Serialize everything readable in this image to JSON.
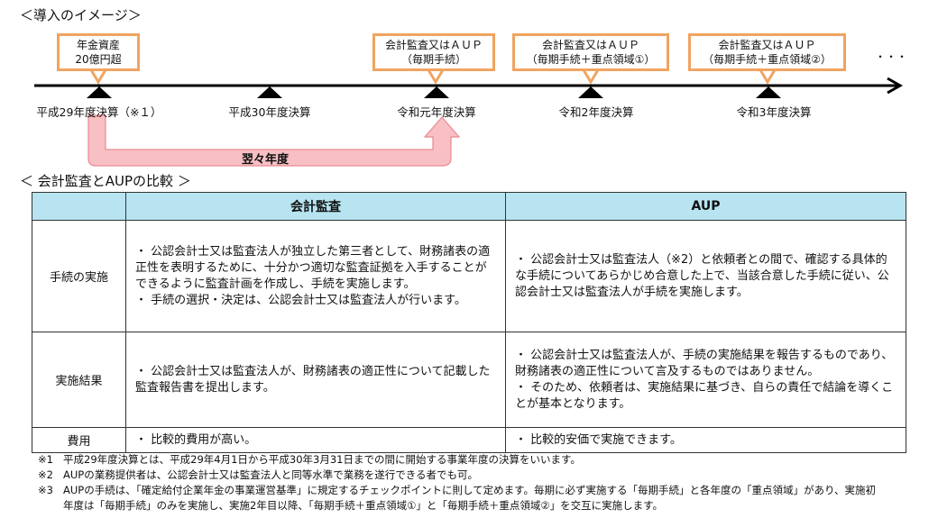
{
  "section1_title": "＜導入のイメージ＞",
  "callouts": [
    {
      "line1": "年金資産",
      "line2": "20億円超"
    },
    {
      "line1": "会計監査又はＡＵＰ",
      "line2": "（毎期手続）"
    },
    {
      "line1": "会計監査又はＡＵＰ",
      "line2": "（毎期手続＋重点領域①）"
    },
    {
      "line1": "会計監査又はＡＵＰ",
      "line2": "（毎期手続＋重点領域②）"
    }
  ],
  "ellipsis": "・・・",
  "timeline_labels": [
    "平成29年度決算（※１）",
    "平成30年度決算",
    "令和元年度決算",
    "令和2年度決算",
    "令和3年度決算"
  ],
  "arrow_label": "翌々年度",
  "section2_title": "＜ 会計監査とAUPの比較 ＞",
  "table": {
    "headers": [
      "",
      "会計監査",
      "AUP"
    ],
    "rows": [
      {
        "label": "手続の実施",
        "audit": [
          "・ 公認会計士又は監査法人が独立した第三者として、財務諸表の適正性を表明するために、十分かつ適切な監査証拠を入手することができるように監査計画を作成し、手続を実施します。",
          "・ 手続の選択・決定は、公認会計士又は監査法人が行います。"
        ],
        "aup": [
          "・ 公認会計士又は監査法人（※2）と依頼者との間で、確認する具体的な手続についてあらかじめ合意した上で、当該合意した手続に従い、公認会計士又は監査法人が手続を実施します。"
        ]
      },
      {
        "label": "実施結果",
        "audit": [
          "・ 公認会計士又は監査法人が、財務諸表の適正性について記載した監査報告書を提出します。"
        ],
        "aup": [
          "・ 公認会計士又は監査法人が、手続の実施結果を報告するものであり、財務諸表の適正性について言及するものではありません。",
          "・ そのため、依頼者は、実施結果に基づき、自らの責任で結論を導くことが基本となります。"
        ]
      },
      {
        "label": "費用",
        "audit": [
          "・ 比較的費用が高い。"
        ],
        "aup": [
          "・ 比較的安価で実施できます。"
        ]
      }
    ]
  },
  "notes": [
    {
      "key": "※1",
      "text": "平成29年度決算とは、平成29年4月1日から平成30年3月31日までの間に開始する事業年度の決算をいいます。"
    },
    {
      "key": "※2",
      "text": "AUPの業務提供者は、公認会計士又は監査法人と同等水準で業務を遂行できる者でも可。"
    },
    {
      "key": "※3",
      "text": "AUPの手続は、「確定給付企業年金の事業運営基準」に規定するチェックポイントに則して定めます。毎期に必ず実施する「毎期手続」と各年度の「重点領域」があり、実施初年度は「毎期手続」のみを実施し、実施2年目以降、「毎期手続＋重点領域①」と「毎期手続＋重点領域②」を交互に実施します。"
    }
  ],
  "colors": {
    "callout_border": "#f0a460",
    "header_bg": "#b7e4f0",
    "arrow_fill": "#f8c0c4",
    "arrow_stroke": "#e88a90"
  }
}
